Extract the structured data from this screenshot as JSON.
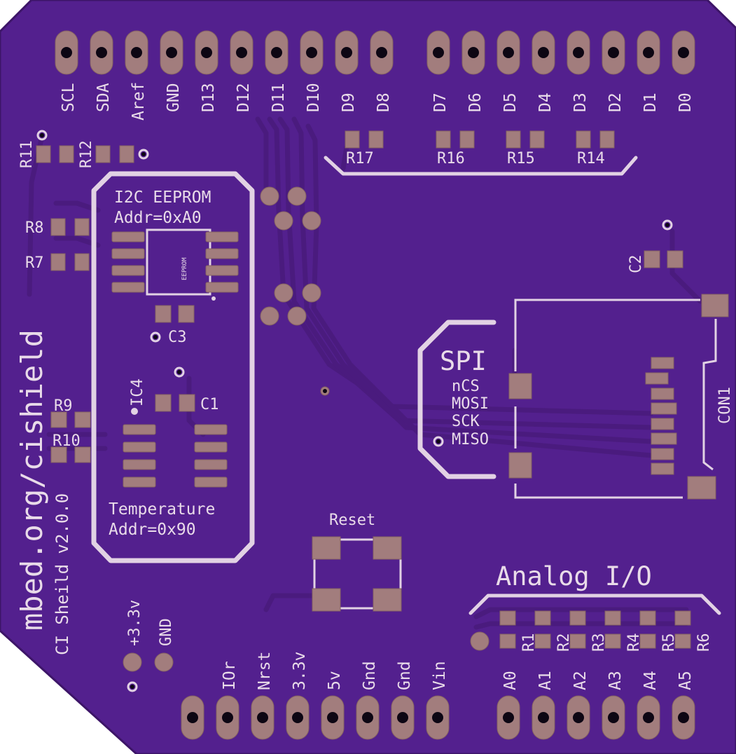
{
  "colors": {
    "board": "#53208e",
    "trace": "#4a1b7e",
    "silkscreen": "#e9dbe9",
    "copper_pad": "#a27d7d",
    "drill_hole": "#0d0613"
  },
  "header_top_labels": [
    "SCL",
    "SDA",
    "Aref",
    "GND",
    "D13",
    "D12",
    "D11",
    "D10",
    "D9",
    "D8",
    "D7",
    "D6",
    "D5",
    "D4",
    "D3",
    "D2",
    "D1",
    "D0"
  ],
  "header_bottom_power_labels": [
    "IOr",
    "Nrst",
    "3.3v",
    "5v",
    "Gnd",
    "Gnd",
    "Vin"
  ],
  "header_bottom_analog_labels": [
    "A0",
    "A1",
    "A2",
    "A3",
    "A4",
    "A5"
  ],
  "supply_labels": [
    "+3.3v",
    "GND"
  ],
  "resistors": {
    "top": [
      "R17",
      "R16",
      "R15",
      "R14"
    ],
    "analog": [
      "R1",
      "R2",
      "R3",
      "R4",
      "R5",
      "R6"
    ],
    "left": [
      "R11",
      "R12",
      "R8",
      "R7",
      "R9",
      "R10"
    ]
  },
  "capacitors": [
    "C1",
    "C2",
    "C3"
  ],
  "ic_label": "IC4",
  "eeprom_chip_text": "EEPROM",
  "eeprom_title": "I2C EEPROM",
  "eeprom_addr": "Addr=0xA0",
  "temp_title": "Temperature",
  "temp_addr": "Addr=0x90",
  "spi_title": "SPI",
  "spi_pins": [
    "nCS",
    "MOSI",
    "SCK",
    "MISO"
  ],
  "con_label": "CON1",
  "reset_label": "Reset",
  "analog_title": "Analog I/O",
  "vertical_url": "mbed.org/cishield",
  "vertical_version": "CI Sheild v2.0.0"
}
